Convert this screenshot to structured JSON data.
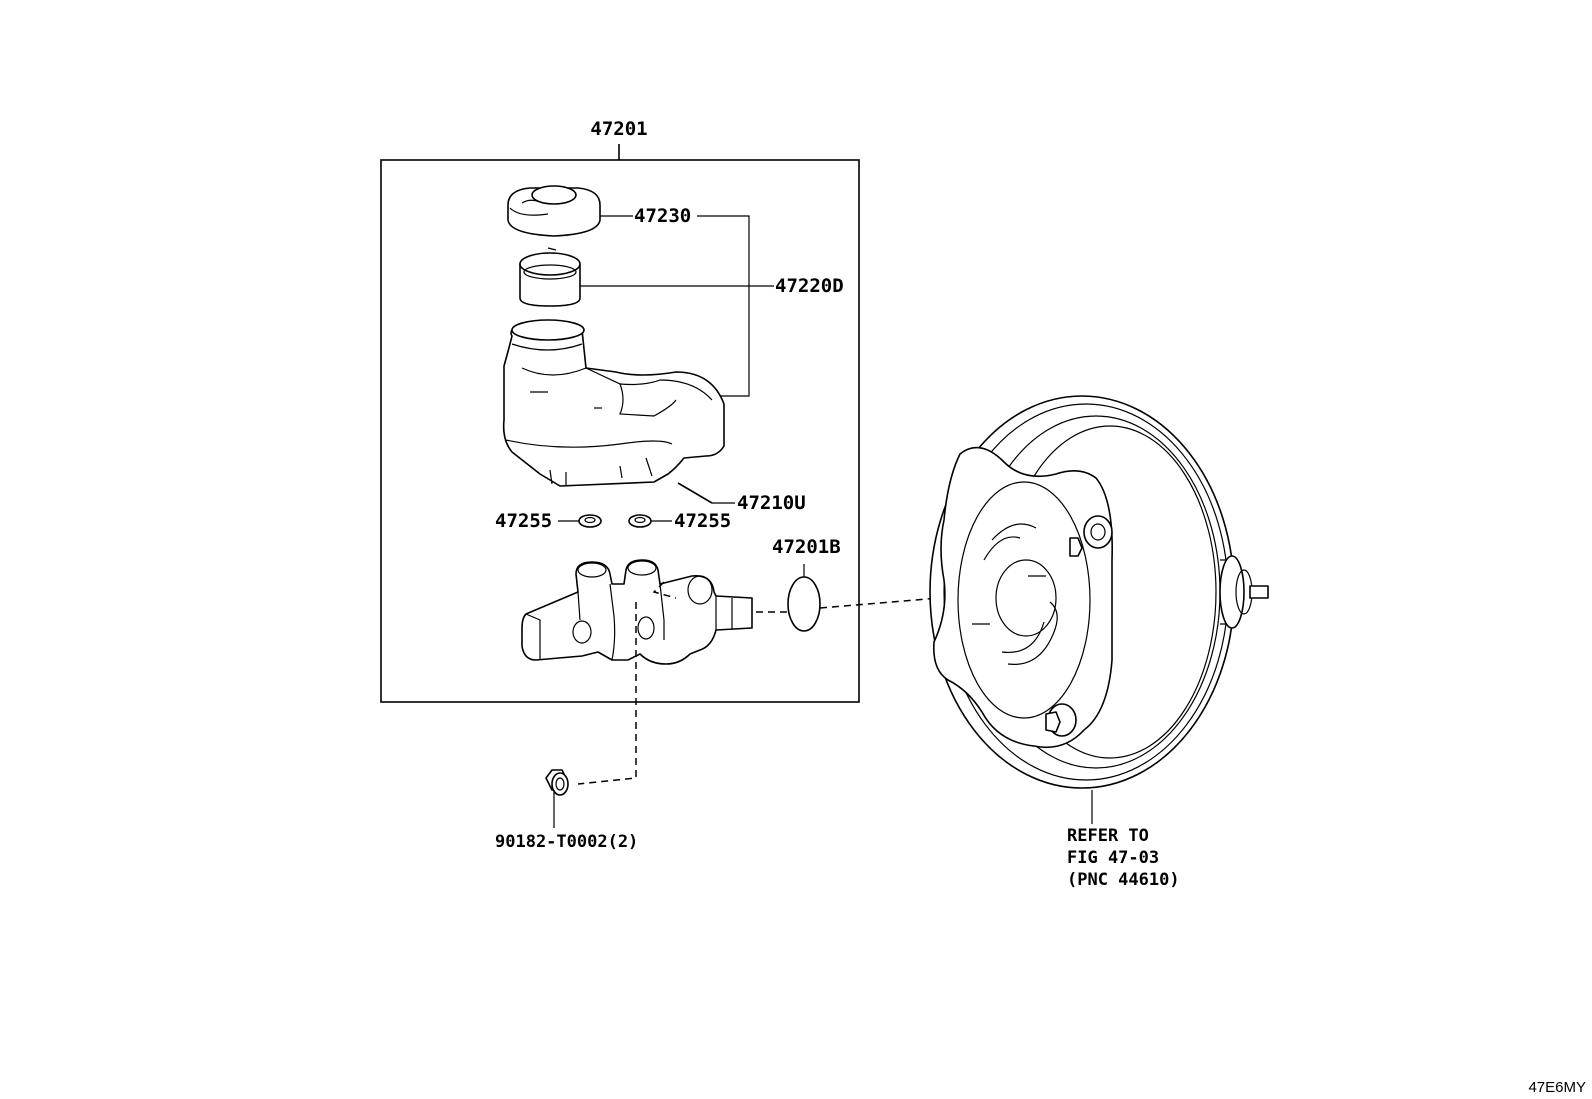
{
  "labels": {
    "assembly": "47201",
    "cap": "47230",
    "reservoir_set": "47220D",
    "pin": "47210U",
    "grommet_left": "47255",
    "grommet_right": "47255",
    "o_ring": "47201B",
    "nut": "90182-T0002(2)",
    "refer_line1": "REFER TO",
    "refer_line2": "FIG 47-03",
    "refer_line3": "(PNC 44610)"
  },
  "figure_code": "47E6MY"
}
